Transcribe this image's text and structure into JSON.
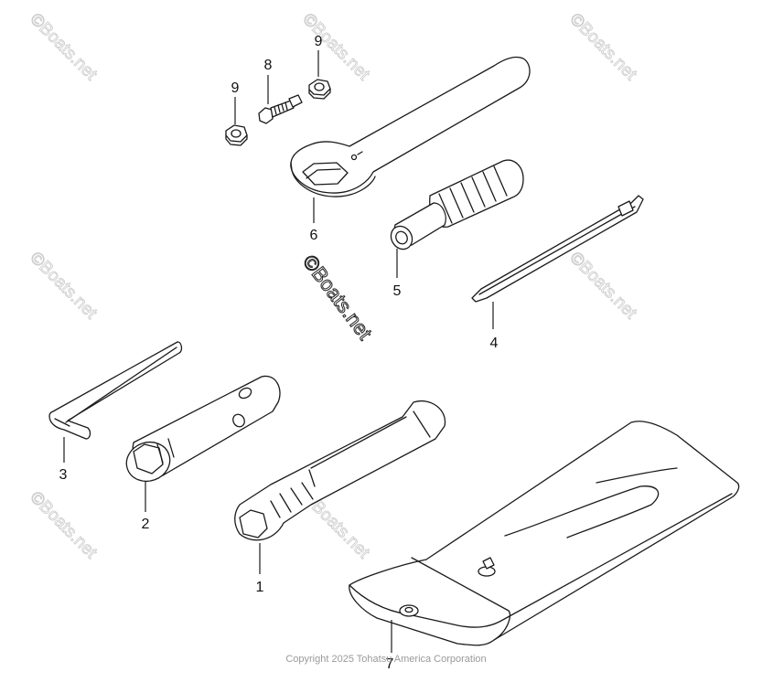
{
  "watermark": {
    "text": "©Boats.net"
  },
  "copyright": "Copyright 2025 Tohatsu America Corporation",
  "callouts": [
    {
      "id": "1",
      "label": "1"
    },
    {
      "id": "2",
      "label": "2"
    },
    {
      "id": "3",
      "label": "3"
    },
    {
      "id": "4",
      "label": "4"
    },
    {
      "id": "5",
      "label": "5"
    },
    {
      "id": "6",
      "label": "6"
    },
    {
      "id": "7",
      "label": "7"
    },
    {
      "id": "8",
      "label": "8"
    },
    {
      "id": "9a",
      "label": "9"
    },
    {
      "id": "9b",
      "label": "9"
    }
  ]
}
